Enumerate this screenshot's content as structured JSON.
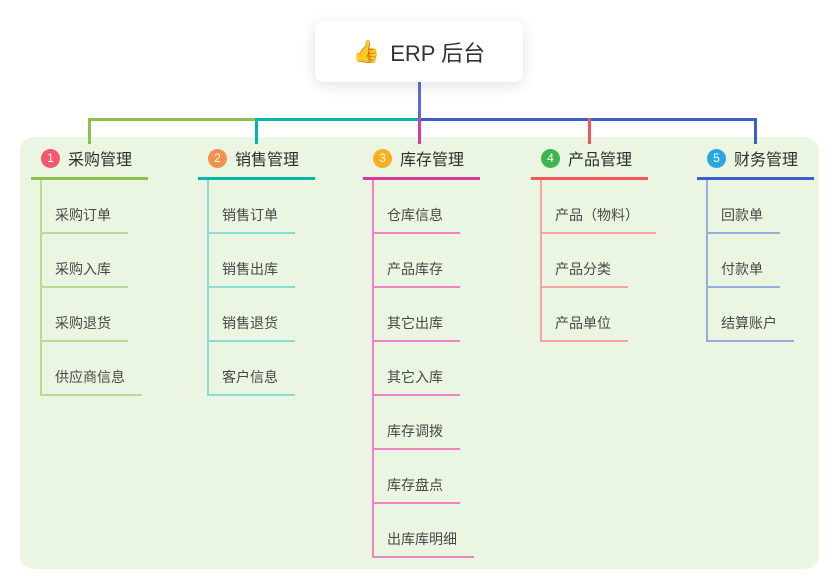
{
  "root": {
    "icon": "👍",
    "label": "ERP 后台"
  },
  "branches": [
    {
      "number": "1",
      "label": "采购管理",
      "line_color": "#8cc24a",
      "light_color": "#b9dc92",
      "badge_color": "#f4586b",
      "children": [
        "采购订单",
        "采购入库",
        "采购退货",
        "供应商信息"
      ]
    },
    {
      "number": "2",
      "label": "销售管理",
      "line_color": "#00b8a9",
      "light_color": "#8adcd2",
      "badge_color": "#f7904f",
      "children": [
        "销售订单",
        "销售出库",
        "销售退货",
        "客户信息"
      ]
    },
    {
      "number": "3",
      "label": "库存管理",
      "line_color": "#d83aa2",
      "light_color": "#ef83c4",
      "badge_color": "#f7b01e",
      "children": [
        "仓库信息",
        "产品库存",
        "其它出库",
        "其它入库",
        "库存调拨",
        "库存盘点",
        "出库库明细"
      ]
    },
    {
      "number": "4",
      "label": "产品管理",
      "line_color": "#f35659",
      "light_color": "#f8a3a1",
      "badge_color": "#3eb550",
      "children": [
        "产品（物料）",
        "产品分类",
        "产品单位"
      ]
    },
    {
      "number": "5",
      "label": "财务管理",
      "line_color": "#3d5ec9",
      "light_color": "#95aede",
      "badge_color": "#2aa7e0",
      "children": [
        "回款单",
        "付款单",
        "结算账户"
      ]
    }
  ],
  "colors": {
    "panel_bg": "#eaf6e2",
    "root_connector": "#5a6ae0",
    "text_dark": "#2f2f2f",
    "text_child": "#484848"
  }
}
